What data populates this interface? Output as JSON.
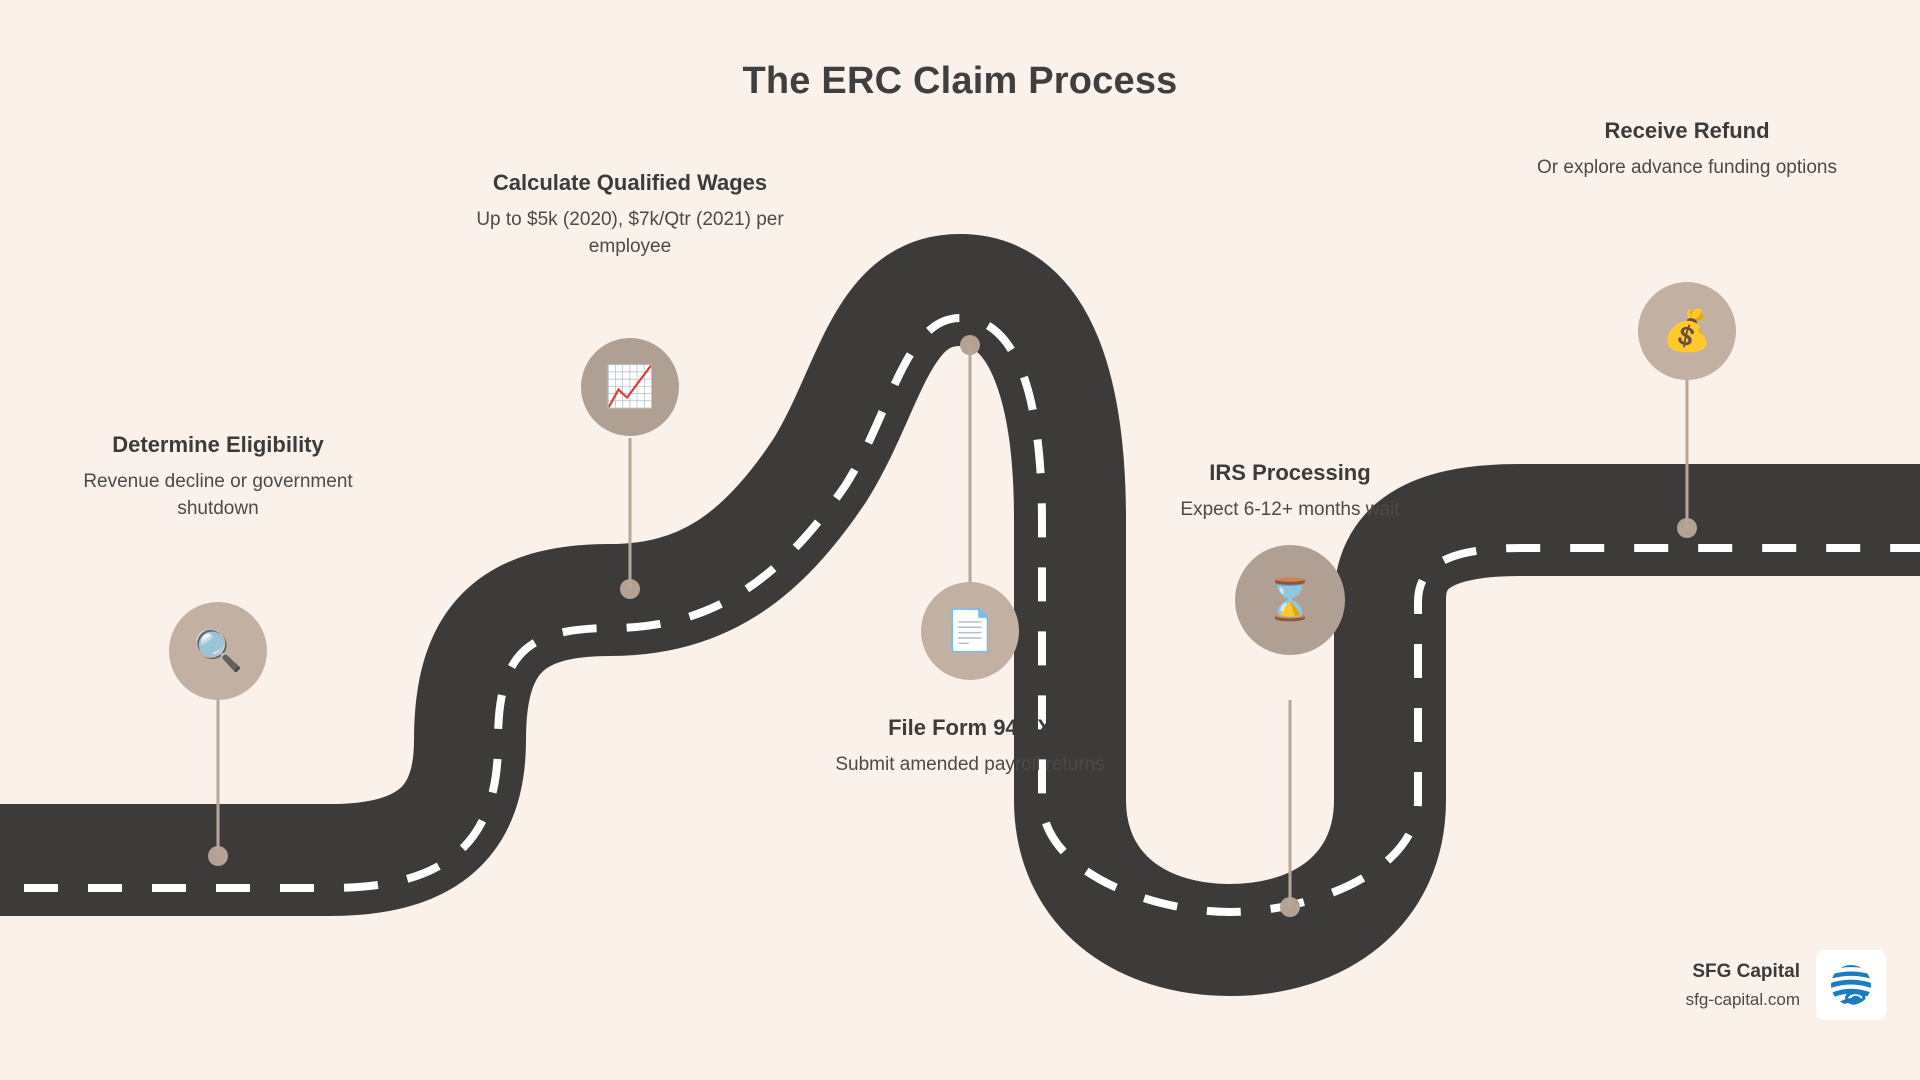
{
  "title": "The ERC Claim Process",
  "theme": {
    "background": "#faf1ea",
    "road": "#3d3b3a",
    "lane_marking": "#ffffff",
    "badge": "#c2b0a3",
    "pin": "#b3a294",
    "text": "#3b3b3b",
    "logo_blue": "#1a7dbd"
  },
  "steps": [
    {
      "id": "determine-eligibility",
      "title": "Determine Eligibility",
      "desc": "Revenue decline or government shutdown",
      "icon": "magnifying-glass-icon",
      "glyph": "🔍"
    },
    {
      "id": "calculate-qualified-wages",
      "title": "Calculate Qualified Wages",
      "desc": "Up to $5k (2020), $7k/Qtr (2021) per employee",
      "icon": "chart-increasing-icon",
      "glyph": "📈"
    },
    {
      "id": "file-form-941x",
      "title": "File Form 941-X",
      "desc": "Submit amended payroll returns",
      "icon": "document-page-icon",
      "glyph": "📄"
    },
    {
      "id": "irs-processing",
      "title": "IRS Processing",
      "desc": "Expect 6-12+ months wait",
      "icon": "hourglass-icon",
      "glyph": "⌛"
    },
    {
      "id": "receive-refund",
      "title": "Receive Refund",
      "desc": "Or explore advance funding options",
      "icon": "money-bag-icon",
      "glyph": "💰"
    }
  ],
  "brand": {
    "name": "SFG Capital",
    "url": "sfg-capital.com",
    "logo": "globe-sphere-logo"
  }
}
